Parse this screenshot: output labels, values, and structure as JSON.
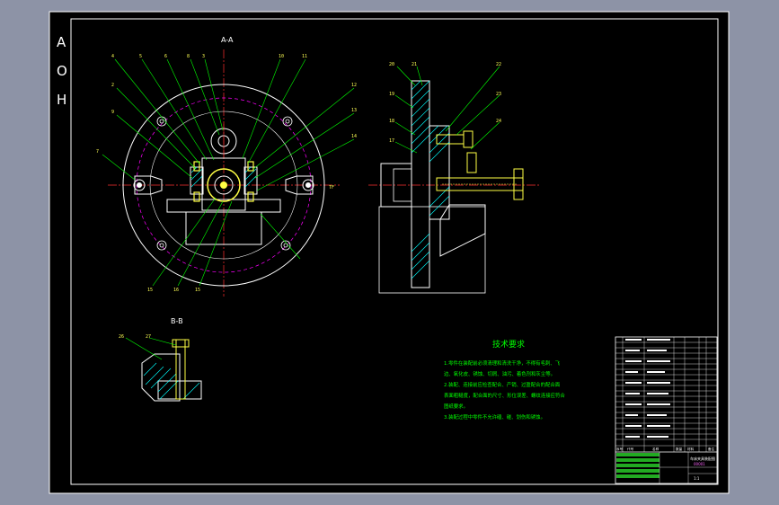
{
  "colors": {
    "background": "#8d93a6",
    "paper": "#000000",
    "frame": "#ffffff",
    "centerline": "#ff3030",
    "phantom": "#ff00ff",
    "leader": "#00ff00",
    "hatch": "#00ffff",
    "part": "#ffff44",
    "note_text": "#00ff00",
    "title_fill": "#22aa22"
  },
  "drawing": {
    "side_label": "A O H",
    "section_aa": "A-A",
    "section_bb": "B-B",
    "tech_title": "技术要求",
    "tech_notes": [
      "1.零件在装配前必须清理和清洗干净，不得有毛刺、飞",
      "边、氧化皮、锈蚀、切屑、油污、着色剂和灰尘等。",
      "2.装配、连接前应检查配合、产销、过盈配合的配合面",
      "表面粗糙度，配合面的尺寸、形位误差、螺纹连接应符合",
      "图纸要求。",
      "3.装配过程中零件不允许磕、碰、划伤和锈蚀。"
    ],
    "balloons_main": [
      "7",
      "4",
      "5",
      "6",
      "8",
      "3",
      "2",
      "9",
      "10",
      "11",
      "12",
      "13",
      "14",
      "15",
      "16",
      "TF"
    ],
    "balloons_side": [
      "20",
      "21",
      "19",
      "18",
      "17",
      "22",
      "23",
      "24"
    ],
    "balloons_bb": [
      "26",
      "27"
    ],
    "title_block": {
      "name": "车床夹具装配图",
      "code": "00001",
      "row_labels": [
        "序号",
        "代号",
        "名称",
        "数量",
        "材料",
        "备注"
      ],
      "scale": "1:1"
    }
  }
}
